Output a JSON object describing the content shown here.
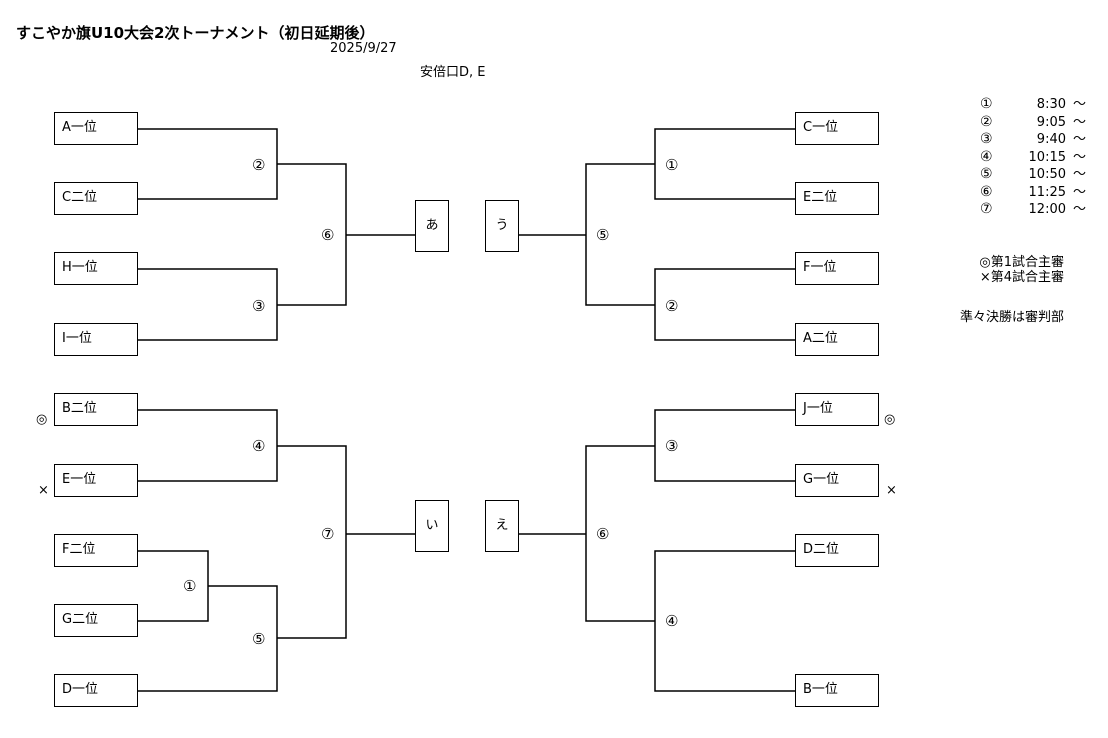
{
  "header": {
    "title": "すこやか旗U10大会2次トーナメント（初日延期後）",
    "date": "2025/9/27",
    "venue": "安倍口D, E"
  },
  "teams": {
    "L1": "A一位",
    "L2": "C二位",
    "L3": "H一位",
    "L4": "I一位",
    "L5": "B二位",
    "L6": "E一位",
    "L7": "F二位",
    "L8": "G二位",
    "L9": "D一位",
    "R1": "C一位",
    "R2": "E二位",
    "R3": "F一位",
    "R4": "A二位",
    "R5": "J一位",
    "R6": "G一位",
    "R7": "D二位",
    "R8": "B一位"
  },
  "finals": {
    "a": "あ",
    "i": "い",
    "u": "う",
    "e": "え"
  },
  "match_numbers": {
    "L_top_q1": "②",
    "L_top_q2": "③",
    "L_top_semi": "⑥",
    "L_bot_pre": "①",
    "L_bot_q1": "④",
    "L_bot_q2": "⑤",
    "L_bot_semi": "⑦",
    "R_top_q1": "①",
    "R_top_q2": "②",
    "R_top_semi": "⑤",
    "R_bot_q1": "③",
    "R_bot_q2": "④",
    "R_bot_semi": "⑥"
  },
  "referee_marks": {
    "L5": "◎",
    "L6": "×",
    "R5": "◎",
    "R6": "×"
  },
  "schedule": [
    {
      "num": "①",
      "time": "8:30",
      "tilde": "～"
    },
    {
      "num": "②",
      "time": "9:05",
      "tilde": "～"
    },
    {
      "num": "③",
      "time": "9:40",
      "tilde": "～"
    },
    {
      "num": "④",
      "time": "10:15",
      "tilde": "～"
    },
    {
      "num": "⑤",
      "time": "10:50",
      "tilde": "～"
    },
    {
      "num": "⑥",
      "time": "11:25",
      "tilde": "～"
    },
    {
      "num": "⑦",
      "time": "12:00",
      "tilde": "～"
    }
  ],
  "notes": {
    "line1": "◎第1試合主審",
    "line2": "×第4試合主審",
    "line3": "準々決勝は審判部"
  }
}
